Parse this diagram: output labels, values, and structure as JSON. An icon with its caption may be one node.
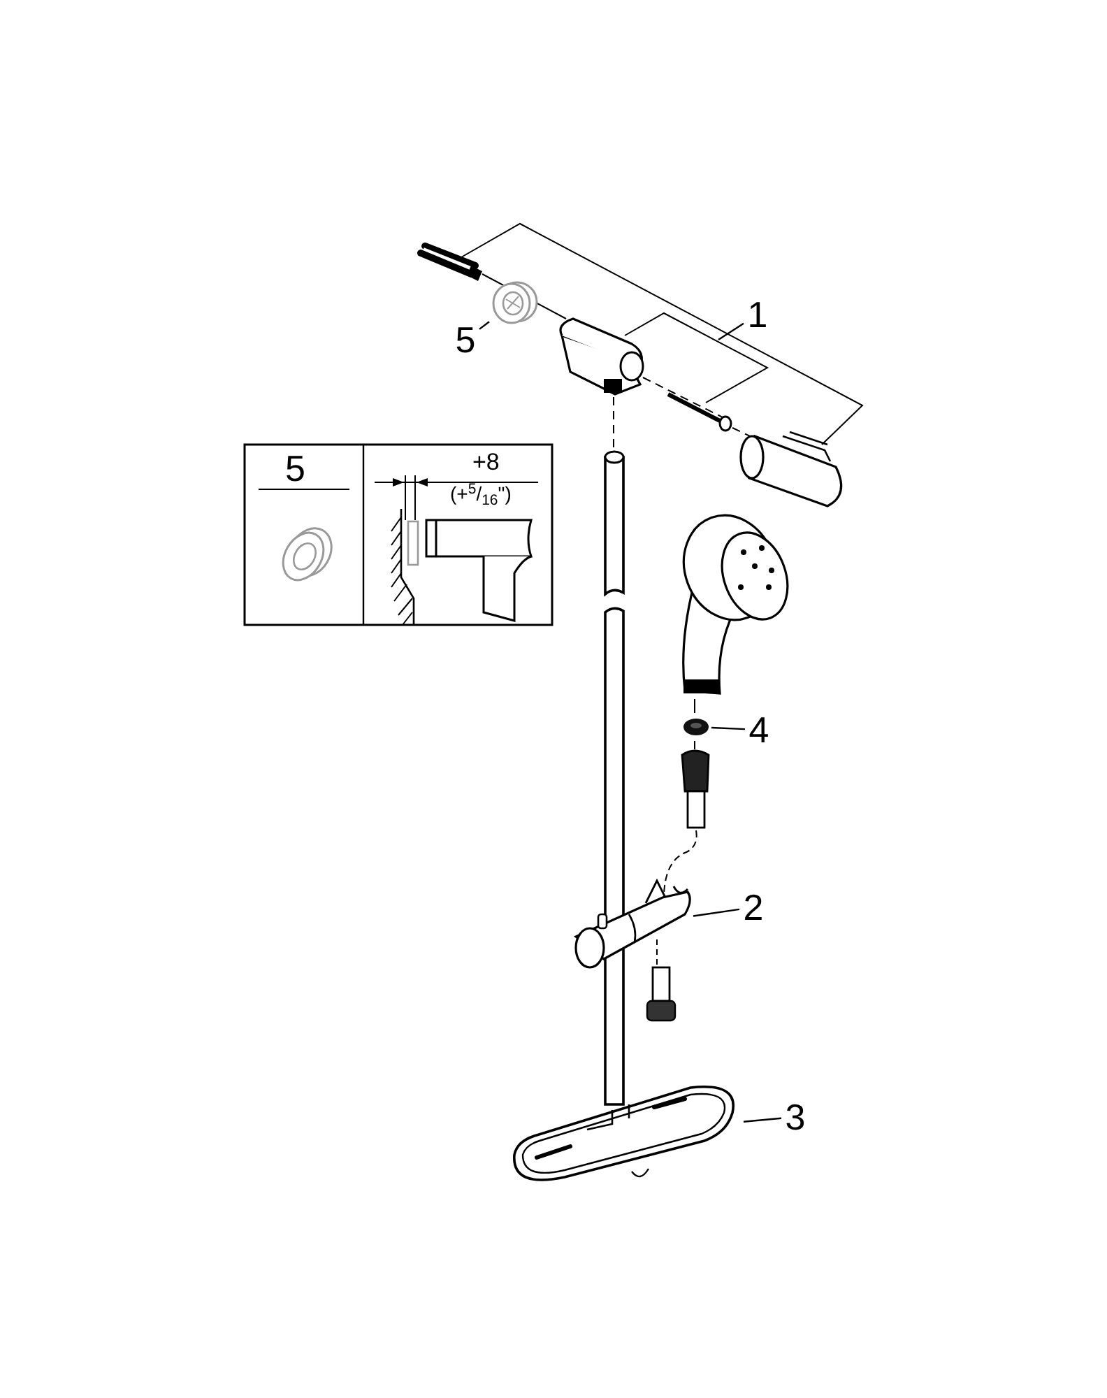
{
  "diagram": {
    "nodes": [
      {
        "text": [
          "1"
        ]
      },
      {
        "text": [
          "5"
        ]
      },
      {
        "text": [],
        "shape": "picture"
      },
      {
        "text": [
          "4"
        ]
      },
      {
        "text": [],
        "shape": "picture"
      },
      {
        "text": [
          "2"
        ]
      },
      {
        "text": [],
        "shape": "picture"
      },
      {
        "text": [
          "3"
        ]
      },
      {
        "text": [],
        "shape": "picture"
      }
    ],
    "edges": [
      {
        "from": 0,
        "to": null,
        "arrow": "none"
      },
      {
        "from": 1,
        "to": 2,
        "arrow": "none"
      },
      {
        "from": 3,
        "to": 4,
        "arrow": "none"
      },
      {
        "from": 5,
        "to": 6,
        "arrow": "none"
      },
      {
        "from": 7,
        "to": 8,
        "arrow": "none"
      }
    ],
    "labels": [
      "5",
      "+8",
      "(+$^{5}$/$_{16}$\")"
    ]
  }
}
